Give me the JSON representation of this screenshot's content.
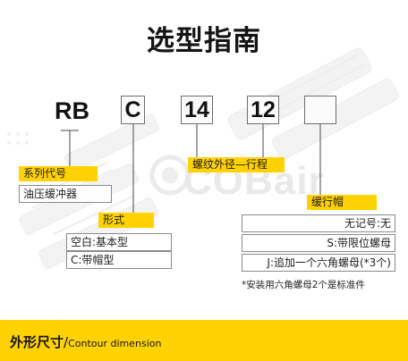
{
  "title": "选型指南",
  "watermark": "COBair",
  "code": {
    "series": "RB",
    "form": "C",
    "thread": "14",
    "stroke": "12",
    "cap": ""
  },
  "groups": {
    "series": {
      "label": "系列代号",
      "options": [
        "油压缓冲器"
      ]
    },
    "form": {
      "label": "形式",
      "options": [
        "空白:基本型",
        "C:带帽型"
      ]
    },
    "thread_stroke": {
      "label": "螺纹外径—行程"
    },
    "cap": {
      "label": "缓行帽",
      "options": [
        "无记号:无",
        "S:带限位螺母",
        "J:追加一个六角螺母(*3个)"
      ]
    }
  },
  "note": "*安装用六角螺母2个是标准件",
  "footer": {
    "title": "外形尺寸",
    "separator": "/",
    "subtitle": "Contour dimension"
  },
  "colors": {
    "accent": "#ffd200",
    "border": "#8a8a8a",
    "text": "#1a1a1a"
  }
}
